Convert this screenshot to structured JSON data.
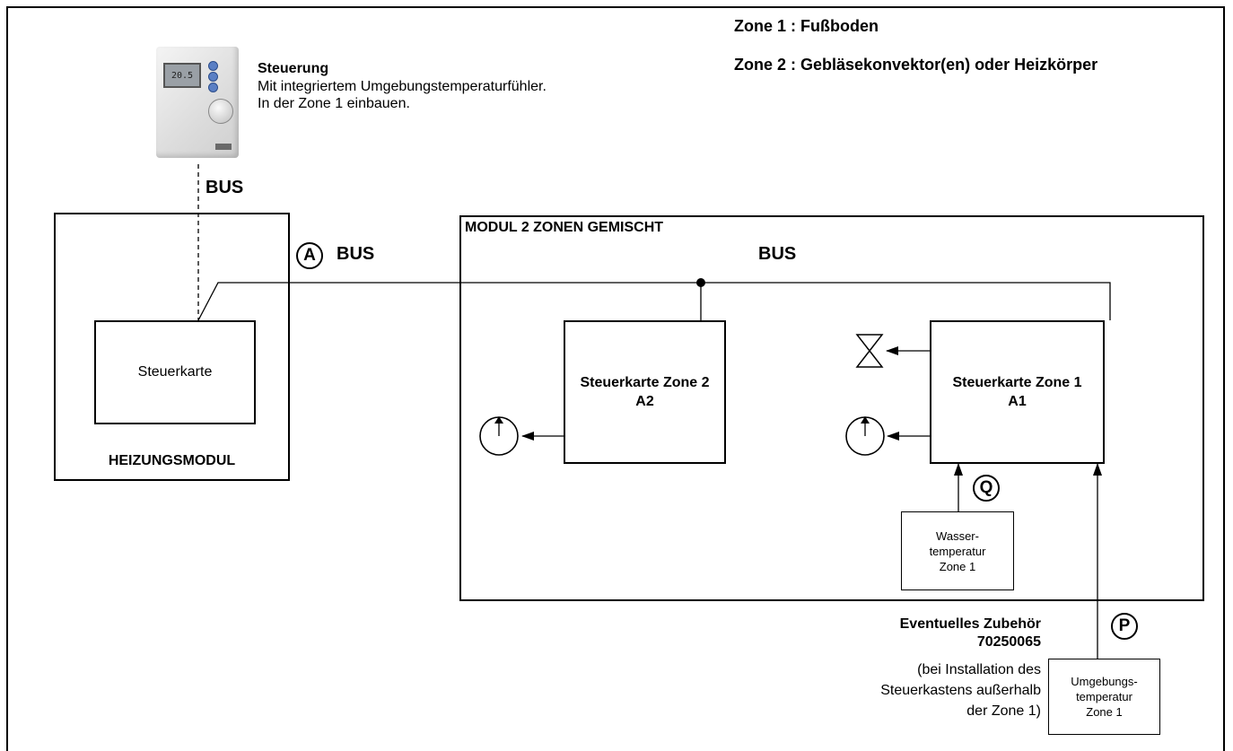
{
  "zones": {
    "zone1": "Zone 1 : Fußboden",
    "zone2": "Zone 2 : Gebläsekonvektor(en) oder Heizkörper"
  },
  "controller": {
    "title": "Steuerung",
    "line1": "Mit integriertem Umgebungstemperaturfühler.",
    "line2": "In der Zone 1 einbauen.",
    "display": "20.5"
  },
  "bus_label": "BUS",
  "heating_module": {
    "title": "HEIZUNGSMODUL",
    "card": "Steuerkarte"
  },
  "connection_a": {
    "marker": "A",
    "label": "BUS"
  },
  "mixed_module": {
    "title": "MODUL 2 ZONEN GEMISCHT",
    "bus": "BUS",
    "card_zone2": {
      "line1": "Steuerkarte Zone 2",
      "line2": "A2"
    },
    "card_zone1": {
      "line1": "Steuerkarte Zone 1",
      "line2": "A1"
    },
    "water_sensor": {
      "line1": "Wasser-",
      "line2": "temperatur",
      "line3": "Zone 1"
    },
    "marker_q": "Q"
  },
  "accessory": {
    "title": "Eventuelles Zubehör",
    "number": "70250065",
    "note1": "(bei Installation des",
    "note2": "Steuerkastens außerhalb",
    "note3": "der Zone 1)",
    "marker_p": "P",
    "sensor": {
      "line1": "Umgebungs-",
      "line2": "temperatur",
      "line3": "Zone 1"
    }
  },
  "icons": [
    "thermostat-icon",
    "pump-icon",
    "valve-icon"
  ]
}
